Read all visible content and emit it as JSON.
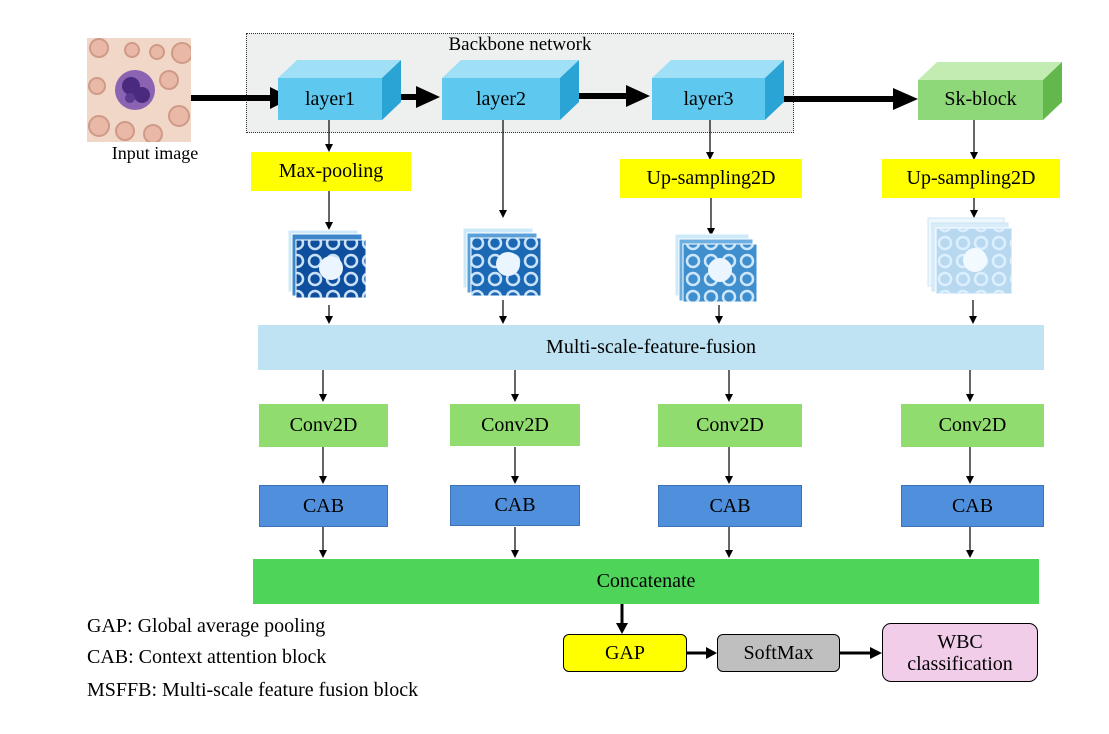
{
  "backbone_label": "Backbone network",
  "input_label": "Input image",
  "layers": [
    "layer1",
    "layer2",
    "layer3"
  ],
  "sk_block": "Sk-block",
  "ops": {
    "max_pooling": "Max-pooling",
    "upsampling_1": "Up-sampling2D",
    "upsampling_2": "Up-sampling2D"
  },
  "fusion": "Multi-scale-feature-fusion",
  "conv": [
    "Conv2D",
    "Conv2D",
    "Conv2D",
    "Conv2D"
  ],
  "cab": [
    "CAB",
    "CAB",
    "CAB",
    "CAB"
  ],
  "concatenate": "Concatenate",
  "gap": "GAP",
  "softmax": "SoftMax",
  "wbc_line1": "WBC",
  "wbc_line2": "classification",
  "legend": [
    "GAP: Global average pooling",
    "CAB: Context attention block",
    "MSFFB: Multi-scale feature fusion block"
  ],
  "colors": {
    "layer_cube": "#5ec8ef",
    "sk_cube": "#8fd87a",
    "yellow": "#ffff00",
    "conv": "#90dc6e",
    "cab": "#4f8fdb",
    "fusion": "#bfe3f3",
    "concat": "#4fd45a",
    "softmax": "#bfbfbf",
    "wbc": "#f1cdea"
  }
}
